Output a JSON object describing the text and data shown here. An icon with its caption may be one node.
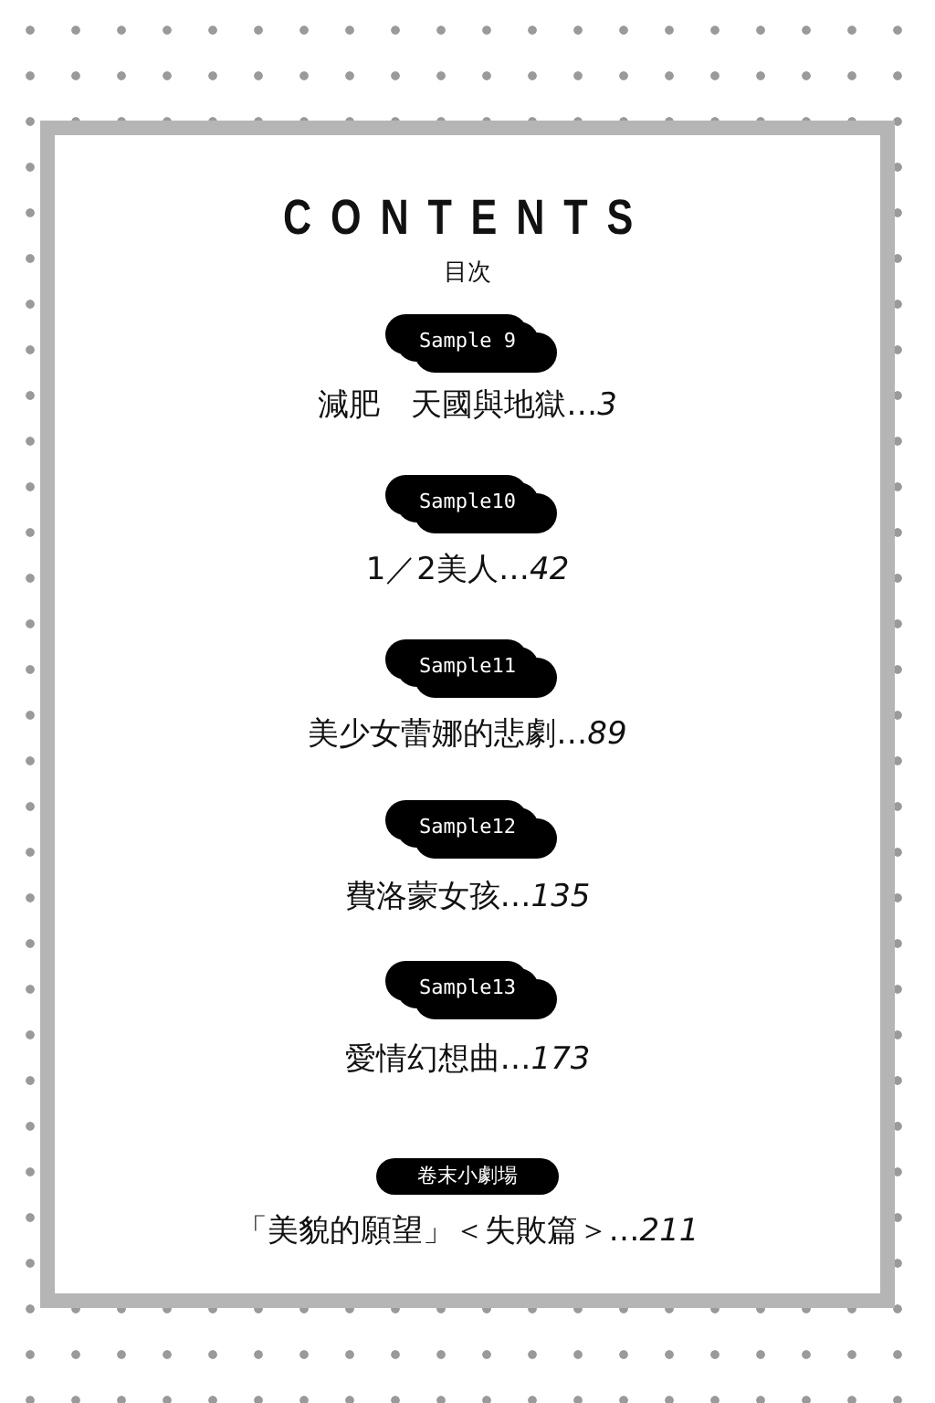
{
  "diagram": {
    "title": "CONTENTS",
    "nodes": [
      {
        "text": [
          "Sample 9"
        ]
      },
      {
        "text": [
          "Sample10"
        ]
      },
      {
        "text": [
          "Sample11"
        ]
      },
      {
        "text": [
          "Sample12"
        ]
      },
      {
        "text": [
          "Sample13"
        ]
      },
      {
        "text": [
          "卷末小劇場"
        ]
      }
    ],
    "labels": [
      "目次",
      "減肥　天國與地獄…*3*",
      "1／2美人…*42*",
      "美少女蕾娜的悲劇…*89*",
      "費洛蒙女孩…*135*",
      "愛情幻想曲…*173*",
      "「美貌的願望」＜失敗篇＞…*211*"
    ]
  }
}
